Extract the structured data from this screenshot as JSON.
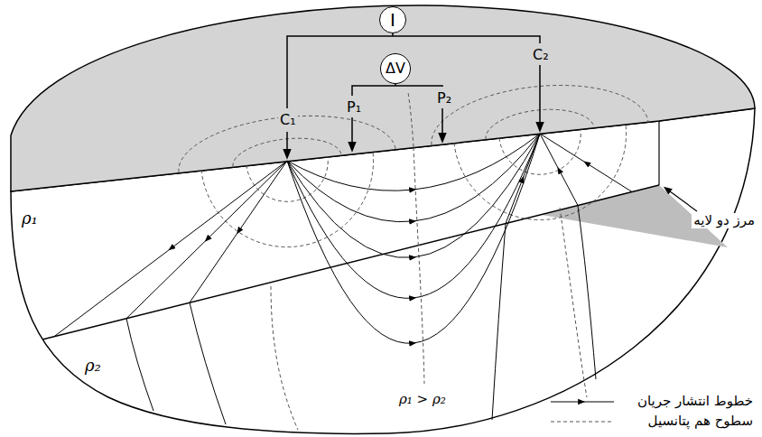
{
  "diagram": {
    "nodes": [
      {
        "text": [
          "I"
        ]
      },
      {
        "text": [
          "ΔV"
        ]
      }
    ],
    "labels": [
      "C₂",
      "P₂",
      "P₁",
      "C₁",
      "مرز دو لایه",
      "ρ₁",
      "ρ₂",
      "ρ₁ > ρ₂"
    ],
    "legend": [
      {
        "text": "خطوط انتشار جریان"
      },
      {
        "text": "سطوح هم پتانسیل"
      }
    ]
  }
}
